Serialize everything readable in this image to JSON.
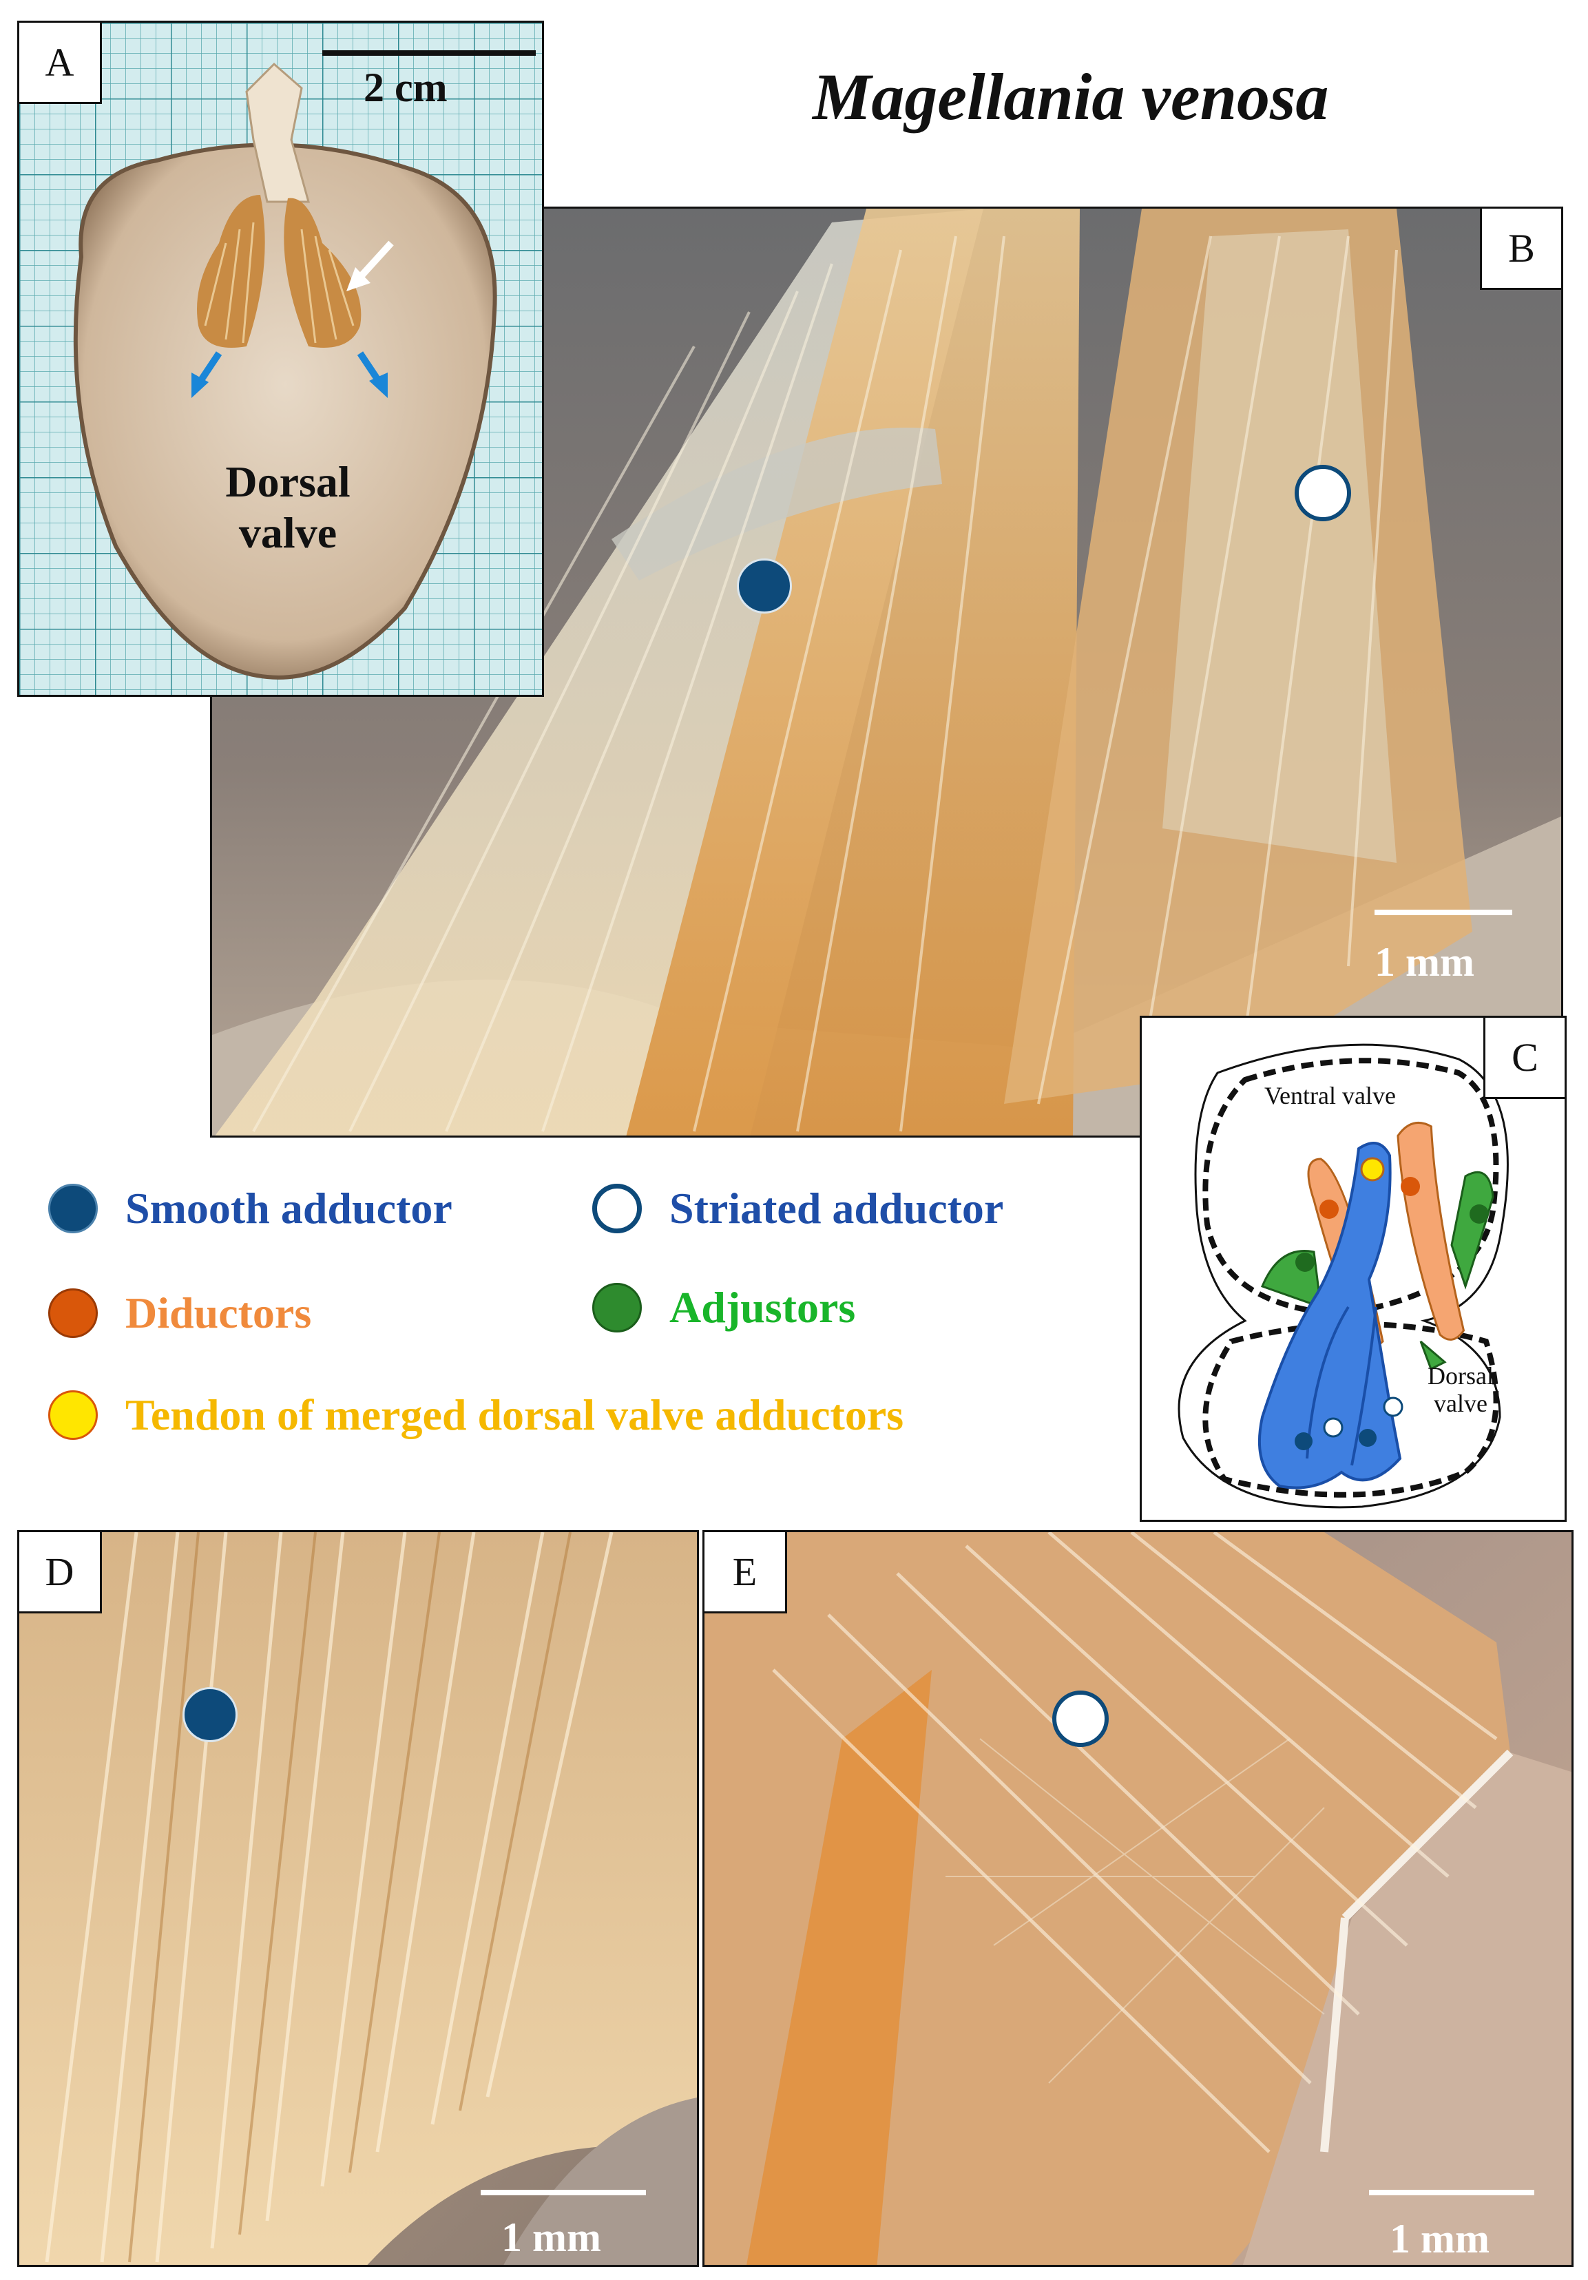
{
  "title": "Magellania venosa",
  "colors": {
    "smooth": "#0d4a7a",
    "striated_border": "#0d4a7a",
    "diductor": "#d9570a",
    "adjustor": "#2e8b2e",
    "tendon": "#ffe600",
    "legend_blue": "#1f4ea8",
    "legend_orange": "#f08a3c",
    "legend_green": "#19b52a",
    "legend_yellow": "#f5b800"
  },
  "panels": {
    "A": {
      "letter": "A",
      "scale": "2 cm",
      "label_line1": "Dorsal",
      "label_line2": "valve"
    },
    "B": {
      "letter": "B",
      "scale": "1 mm"
    },
    "C": {
      "letter": "C",
      "ventral": "Ventral valve",
      "dorsal_line1": "Dorsal",
      "dorsal_line2": "valve"
    },
    "D": {
      "letter": "D",
      "scale": "1 mm"
    },
    "E": {
      "letter": "E",
      "scale": "1 mm"
    }
  },
  "legend": {
    "smooth": "Smooth adductor",
    "striated": "Striated adductor",
    "diductors": "Diductors",
    "adjustors": "Adjustors",
    "tendon": "Tendon of merged dorsal valve adductors"
  }
}
